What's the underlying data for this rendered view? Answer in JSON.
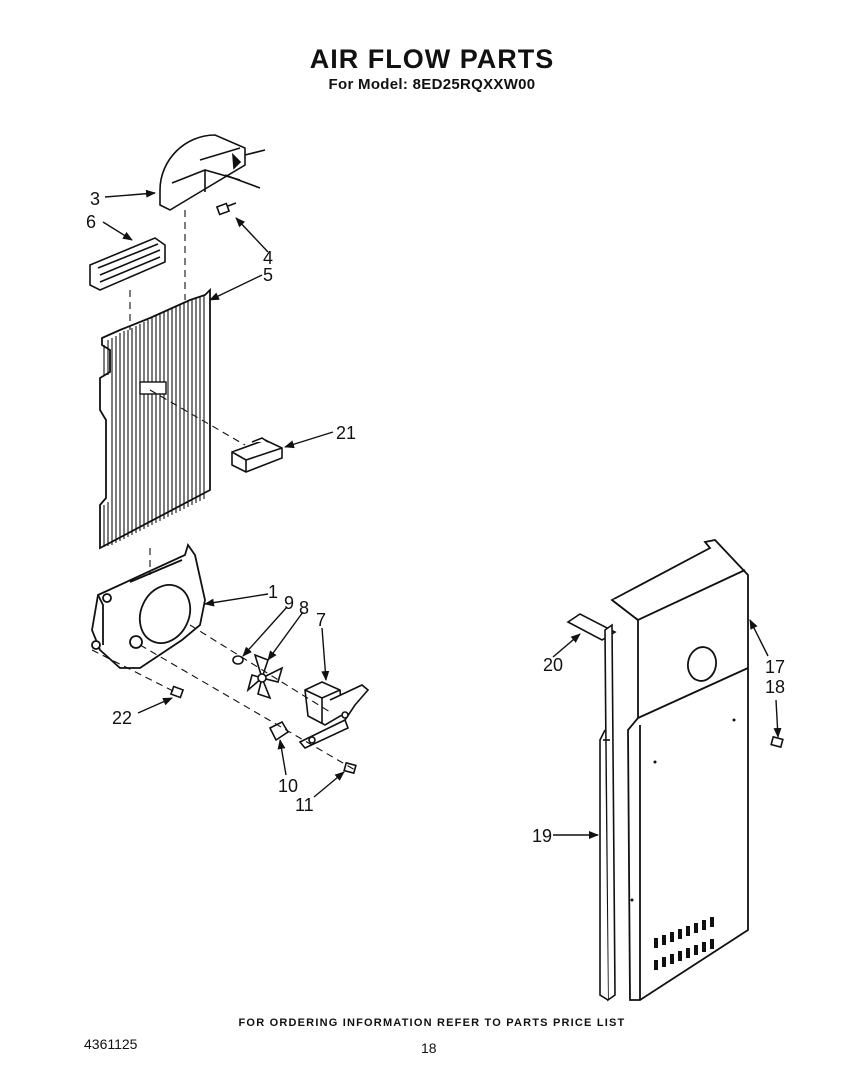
{
  "title": "AIR FLOW PARTS",
  "subtitle": "For Model: 8ED25RQXXW00",
  "footer_note": "FOR ORDERING INFORMATION REFER TO PARTS PRICE LIST",
  "doc_number": "4361125",
  "page_number": "18",
  "callouts": {
    "c1": "1",
    "c3": "3",
    "c4": "4",
    "c5": "5",
    "c6": "6",
    "c7": "7",
    "c8": "8",
    "c9": "9",
    "c10": "10",
    "c11": "11",
    "c17": "17",
    "c18": "18",
    "c19": "19",
    "c20": "20",
    "c21": "21",
    "c22": "22"
  }
}
